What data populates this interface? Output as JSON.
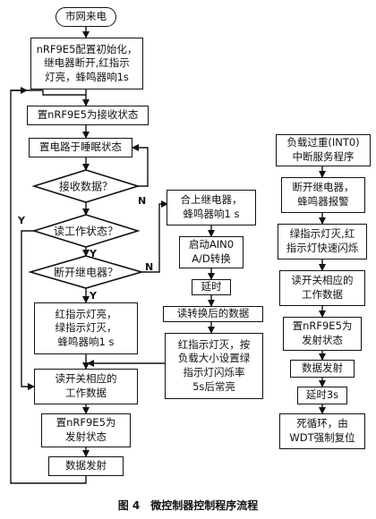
{
  "start": "市网来电",
  "left_flow": {
    "init": "nRF9E5配置初始化，\n继电器断开,红指示\n灯亮，蜂鸣器响1s",
    "set_rx": "置nRF9E5为接收状态",
    "sleep": "置电路于睡眠状态",
    "recv_q": "接收数据？",
    "read_state_q": "读工作状态？",
    "open_relay_q": "断开继电器？",
    "led_action": "红指示灯亮，\n绿指示灯灭，\n蜂鸣器响1 s",
    "read_switch": "读开关相应的\n工作数据",
    "set_tx": "置nRF9E5为\n发射状态",
    "send": "数据发射"
  },
  "mid_flow": {
    "close_relay": "合上继电器，\n蜂鸣器响1 s",
    "start_adc": "启动AIN0\nA/D转换",
    "delay": "延时",
    "read_adc": "读转换后的数据",
    "blink": "红指示灯灭，按\n负载大小设置绿\n指示灯闪烁率\n5s后常亮"
  },
  "right_flow": {
    "overload": "负载过重(INT0)\n中断服务程序",
    "alarm": "断开继电器，\n蜂鸣器报警",
    "fast_blink": "绿指示灯灭,红\n指示灯快速闪烁",
    "read_switch": "读开关相应的\n工作数据",
    "set_tx": "置nRF9E5为\n发射状态",
    "send": "数据发射",
    "delay3": "延时3s",
    "reset": "死循环，由\nWDT强制复位"
  },
  "branch_labels": {
    "yes": "Y",
    "no": "N"
  },
  "caption": "图 4　微控制器控制程序流程"
}
